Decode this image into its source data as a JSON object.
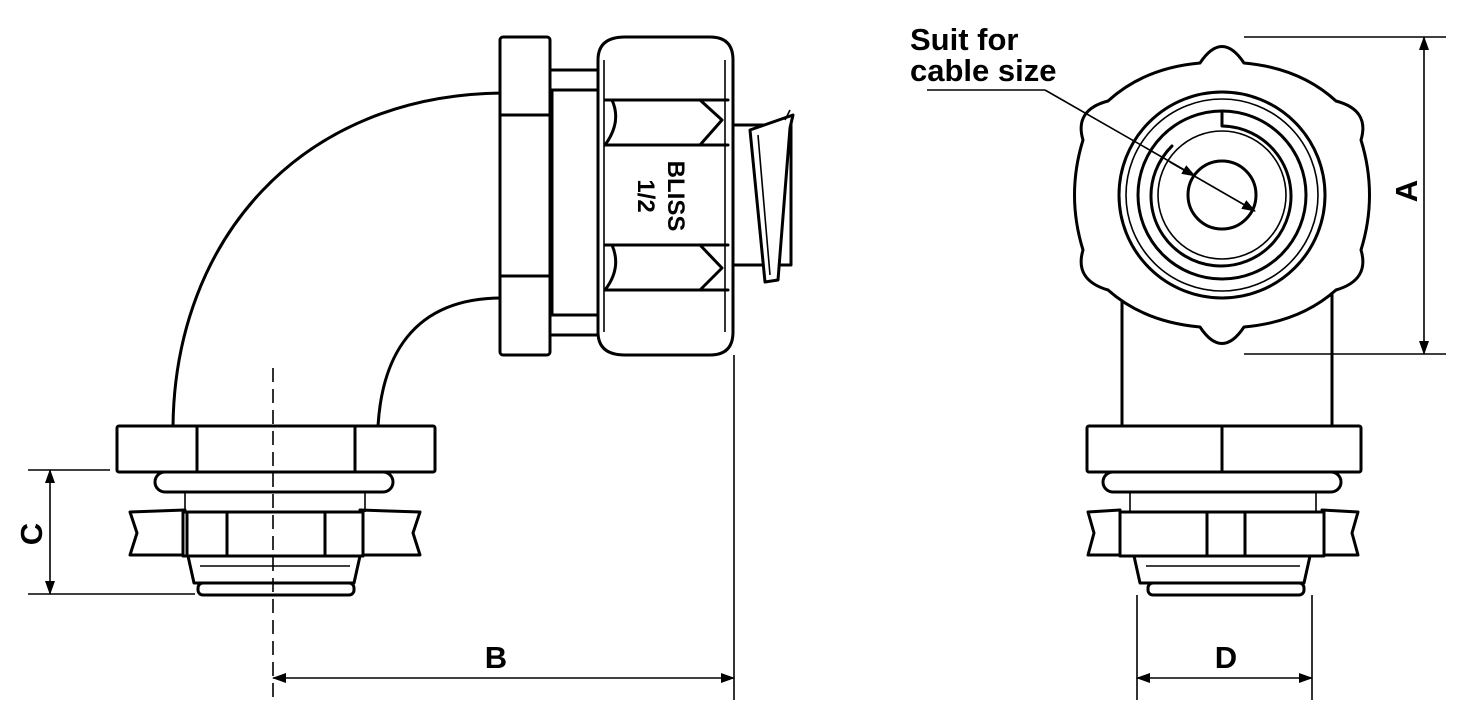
{
  "diagram": {
    "callout": {
      "line1": "Suit for",
      "line2": "cable size"
    },
    "body_marking": {
      "line1": "BLISS",
      "line2": "1/2"
    },
    "dimensions": {
      "a": "A",
      "b": "B",
      "c": "C",
      "d": "D"
    }
  }
}
